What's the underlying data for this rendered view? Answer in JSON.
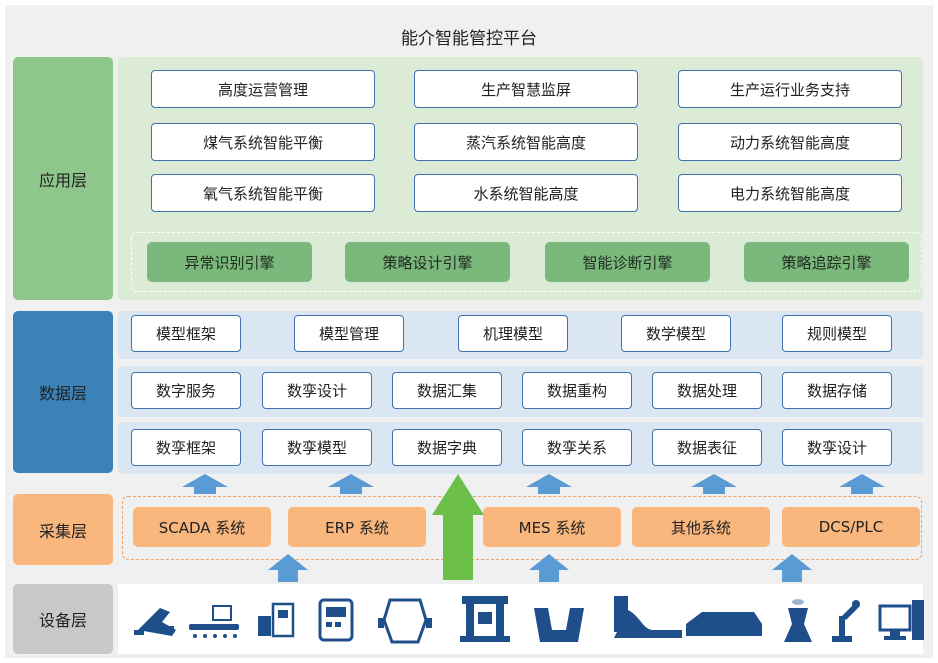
{
  "title": "能介智能管控平台",
  "layers": {
    "application": "应用层",
    "data": "数据层",
    "collection": "采集层",
    "equipment": "设备层"
  },
  "applications": [
    [
      "高度运营管理",
      "生产智慧监屏",
      "生产运行业务支持"
    ],
    [
      "煤气系统智能平衡",
      "蒸汽系统智能高度",
      "动力系统智能高度"
    ],
    [
      "氧气系统智能平衡",
      "水系统智能高度",
      "电力系统智能高度"
    ]
  ],
  "engines": [
    "异常识别引擎",
    "策略设计引擎",
    "智能诊断引擎",
    "策略追踪引擎"
  ],
  "data_rows": [
    [
      "模型框架",
      "模型管理",
      "机理模型",
      "数学模型",
      "规则模型"
    ],
    [
      "数字服务",
      "数孪设计",
      "数据汇集",
      "数据重构",
      "数据处理",
      "数据存储"
    ],
    [
      "数孪框架",
      "数孪模型",
      "数据字典",
      "数孪关系",
      "数据表征",
      "数孪设计"
    ]
  ],
  "sources": [
    "SCADA 系统",
    "ERP 系统",
    "MES 系统",
    "其他系统",
    "DCS/PLC"
  ],
  "equipment_icons": [
    "camera-icon",
    "conveyor-icon",
    "cnc-machine-icon",
    "meter-icon",
    "converter-icon",
    "press-machine-icon",
    "ladle-icon",
    "rolling-line-icon",
    "furnace-icon",
    "cooling-tower-icon",
    "robot-arm-icon",
    "workstation-icon"
  ],
  "colors": {
    "app_layer": "#8ec68b",
    "data_layer": "#3b82b9",
    "collection_layer": "#f9b77d",
    "equipment_layer": "#c8c8c8",
    "arrow_blue": "#5b9bd5",
    "arrow_green": "#6cc04a"
  }
}
